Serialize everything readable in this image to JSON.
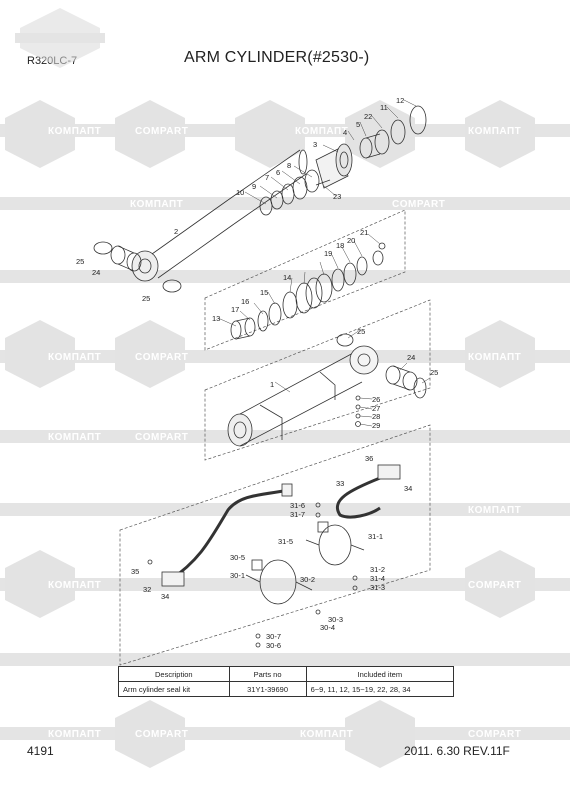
{
  "header": {
    "model": "R320LC-7",
    "title": "ARM CYLINDER(#2530-)"
  },
  "footer": {
    "page": "4191",
    "revision": "2011. 6.30 REV.11F"
  },
  "watermark": {
    "text_a": "КОМПАПТ",
    "text_b": "COMPART"
  },
  "callouts": [
    "1",
    "2",
    "3",
    "4",
    "5",
    "6",
    "7",
    "8",
    "9",
    "10",
    "11",
    "12",
    "13",
    "14",
    "15",
    "16",
    "17",
    "18",
    "19",
    "20",
    "21",
    "22",
    "23",
    "24",
    "25",
    "26",
    "27",
    "28",
    "29",
    "30-1",
    "30-2",
    "30-3",
    "30-4",
    "30-5",
    "30-6",
    "30-7",
    "31-1",
    "31-2",
    "31-3",
    "31-4",
    "31-5",
    "31-6",
    "31-7",
    "32",
    "33",
    "34",
    "35",
    "36"
  ],
  "table": {
    "headers": [
      "Description",
      "Parts no",
      "Included item"
    ],
    "rows": [
      [
        "Arm cylinder seal kit",
        "31Y1-39690",
        "6~9, 11, 12, 15~19, 22, 28, 34"
      ]
    ]
  }
}
